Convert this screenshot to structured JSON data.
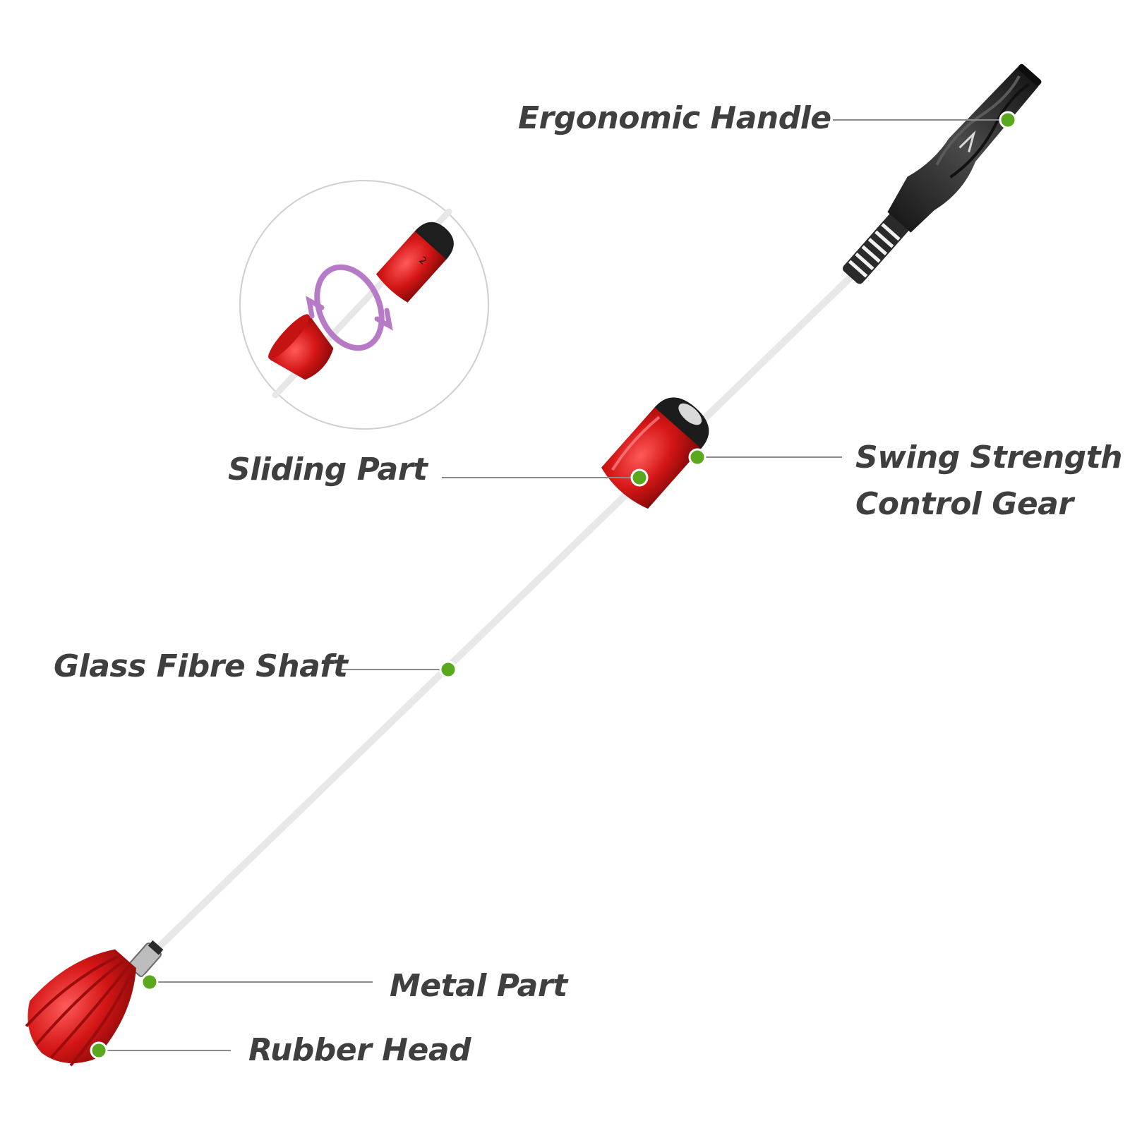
{
  "diagram": {
    "colors": {
      "background": "#ffffff",
      "label_text": "#3f3f3f",
      "leader_line": "#8a8a8a",
      "marker_dot": "#5aa81e",
      "red_part": "#d01818",
      "grip": "#2b2b2b",
      "shaft": "#c9c9c9",
      "rotate_arrow": "#b77ac7"
    },
    "labels": {
      "handle": "Ergonomic Handle",
      "swing_line1": "Swing Strength",
      "swing_line2": "Control Gear",
      "sliding": "Sliding Part",
      "shaft": "Glass Fibre Shaft",
      "metal": "Metal Part",
      "rubber": "Rubber Head"
    },
    "inset": {
      "description_icon": "rotate-arrows-icon",
      "dial_number": "2"
    }
  }
}
